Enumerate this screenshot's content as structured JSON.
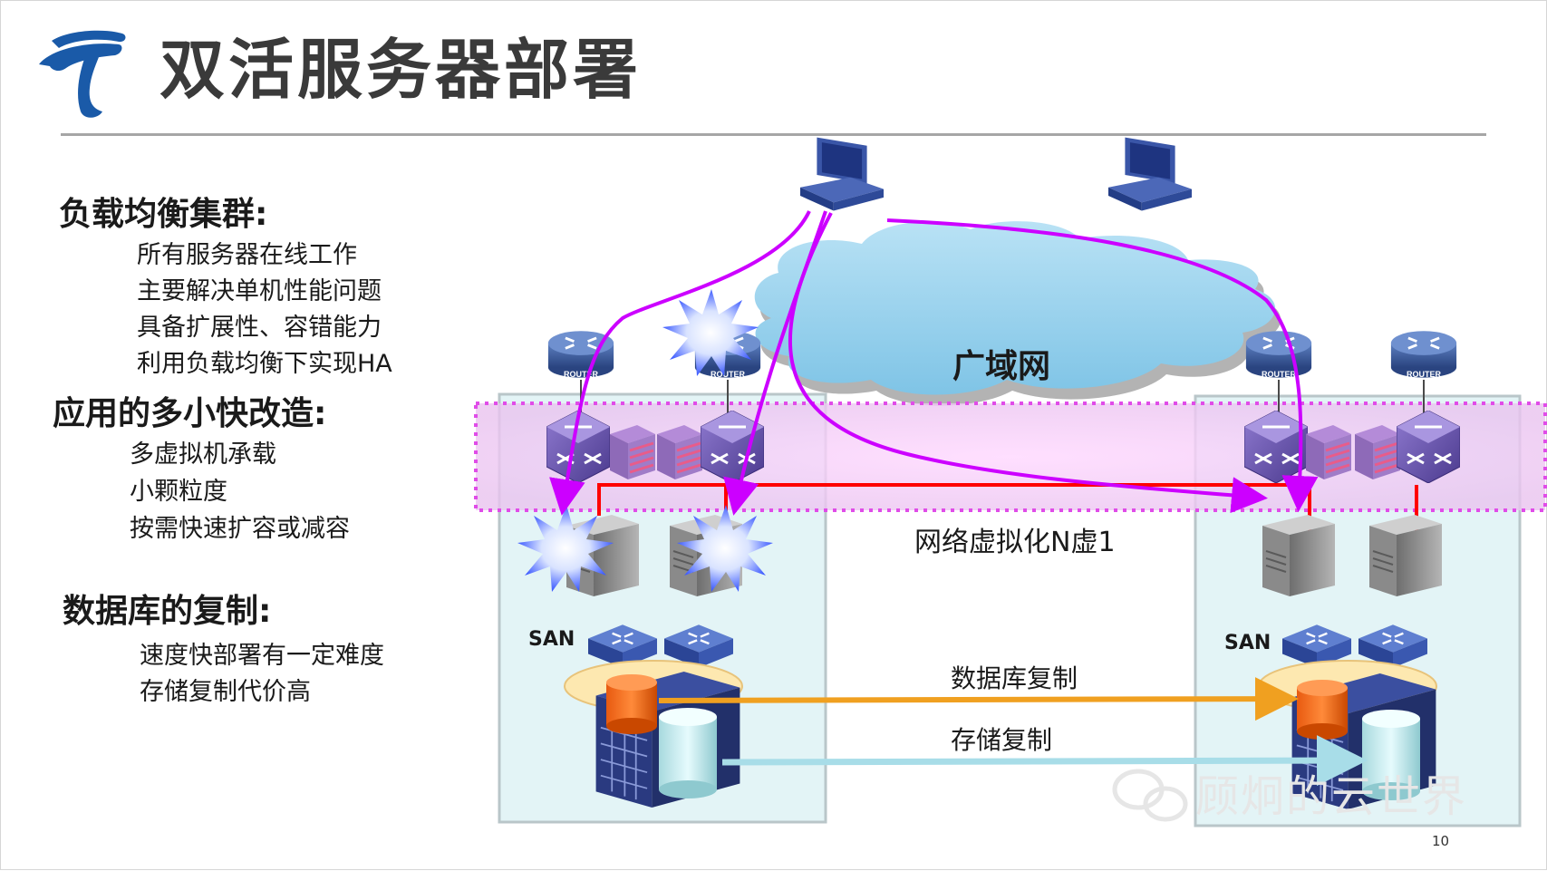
{
  "slide": {
    "title": "双活服务器部署",
    "page_number": "10",
    "watermark": "顾炯的云世界"
  },
  "sections": [
    {
      "heading": "负载均衡集群:",
      "items": [
        "所有服务器在线工作",
        "主要解决单机性能问题",
        "具备扩展性、容错能力",
        "利用负载均衡下实现HA"
      ]
    },
    {
      "heading": "应用的多小快改造:",
      "items": [
        "多虚拟机承载",
        "小颗粒度",
        "按需快速扩容或减容"
      ]
    },
    {
      "heading": "数据库的复制:",
      "items": [
        "速度快部署有一定难度",
        "存储复制代价高"
      ]
    }
  ],
  "diagram": {
    "wan_label": "广域网",
    "virtualization_label": "网络虚拟化N虚1",
    "db_replication_label": "数据库复制",
    "storage_replication_label": "存储复制",
    "san_label_left": "SAN",
    "san_label_right": "SAN",
    "router_label": "ROUTER",
    "colors": {
      "flow_arrows": "#cc00ff",
      "lan_links": "#ff0000",
      "db_arrow": "#f0a020",
      "storage_arrow": "#a8dde8",
      "cloud": "#9fd3ee",
      "datacenter_bg": "#e3f4f6",
      "virtual_zone": "#f2c6f2"
    }
  }
}
